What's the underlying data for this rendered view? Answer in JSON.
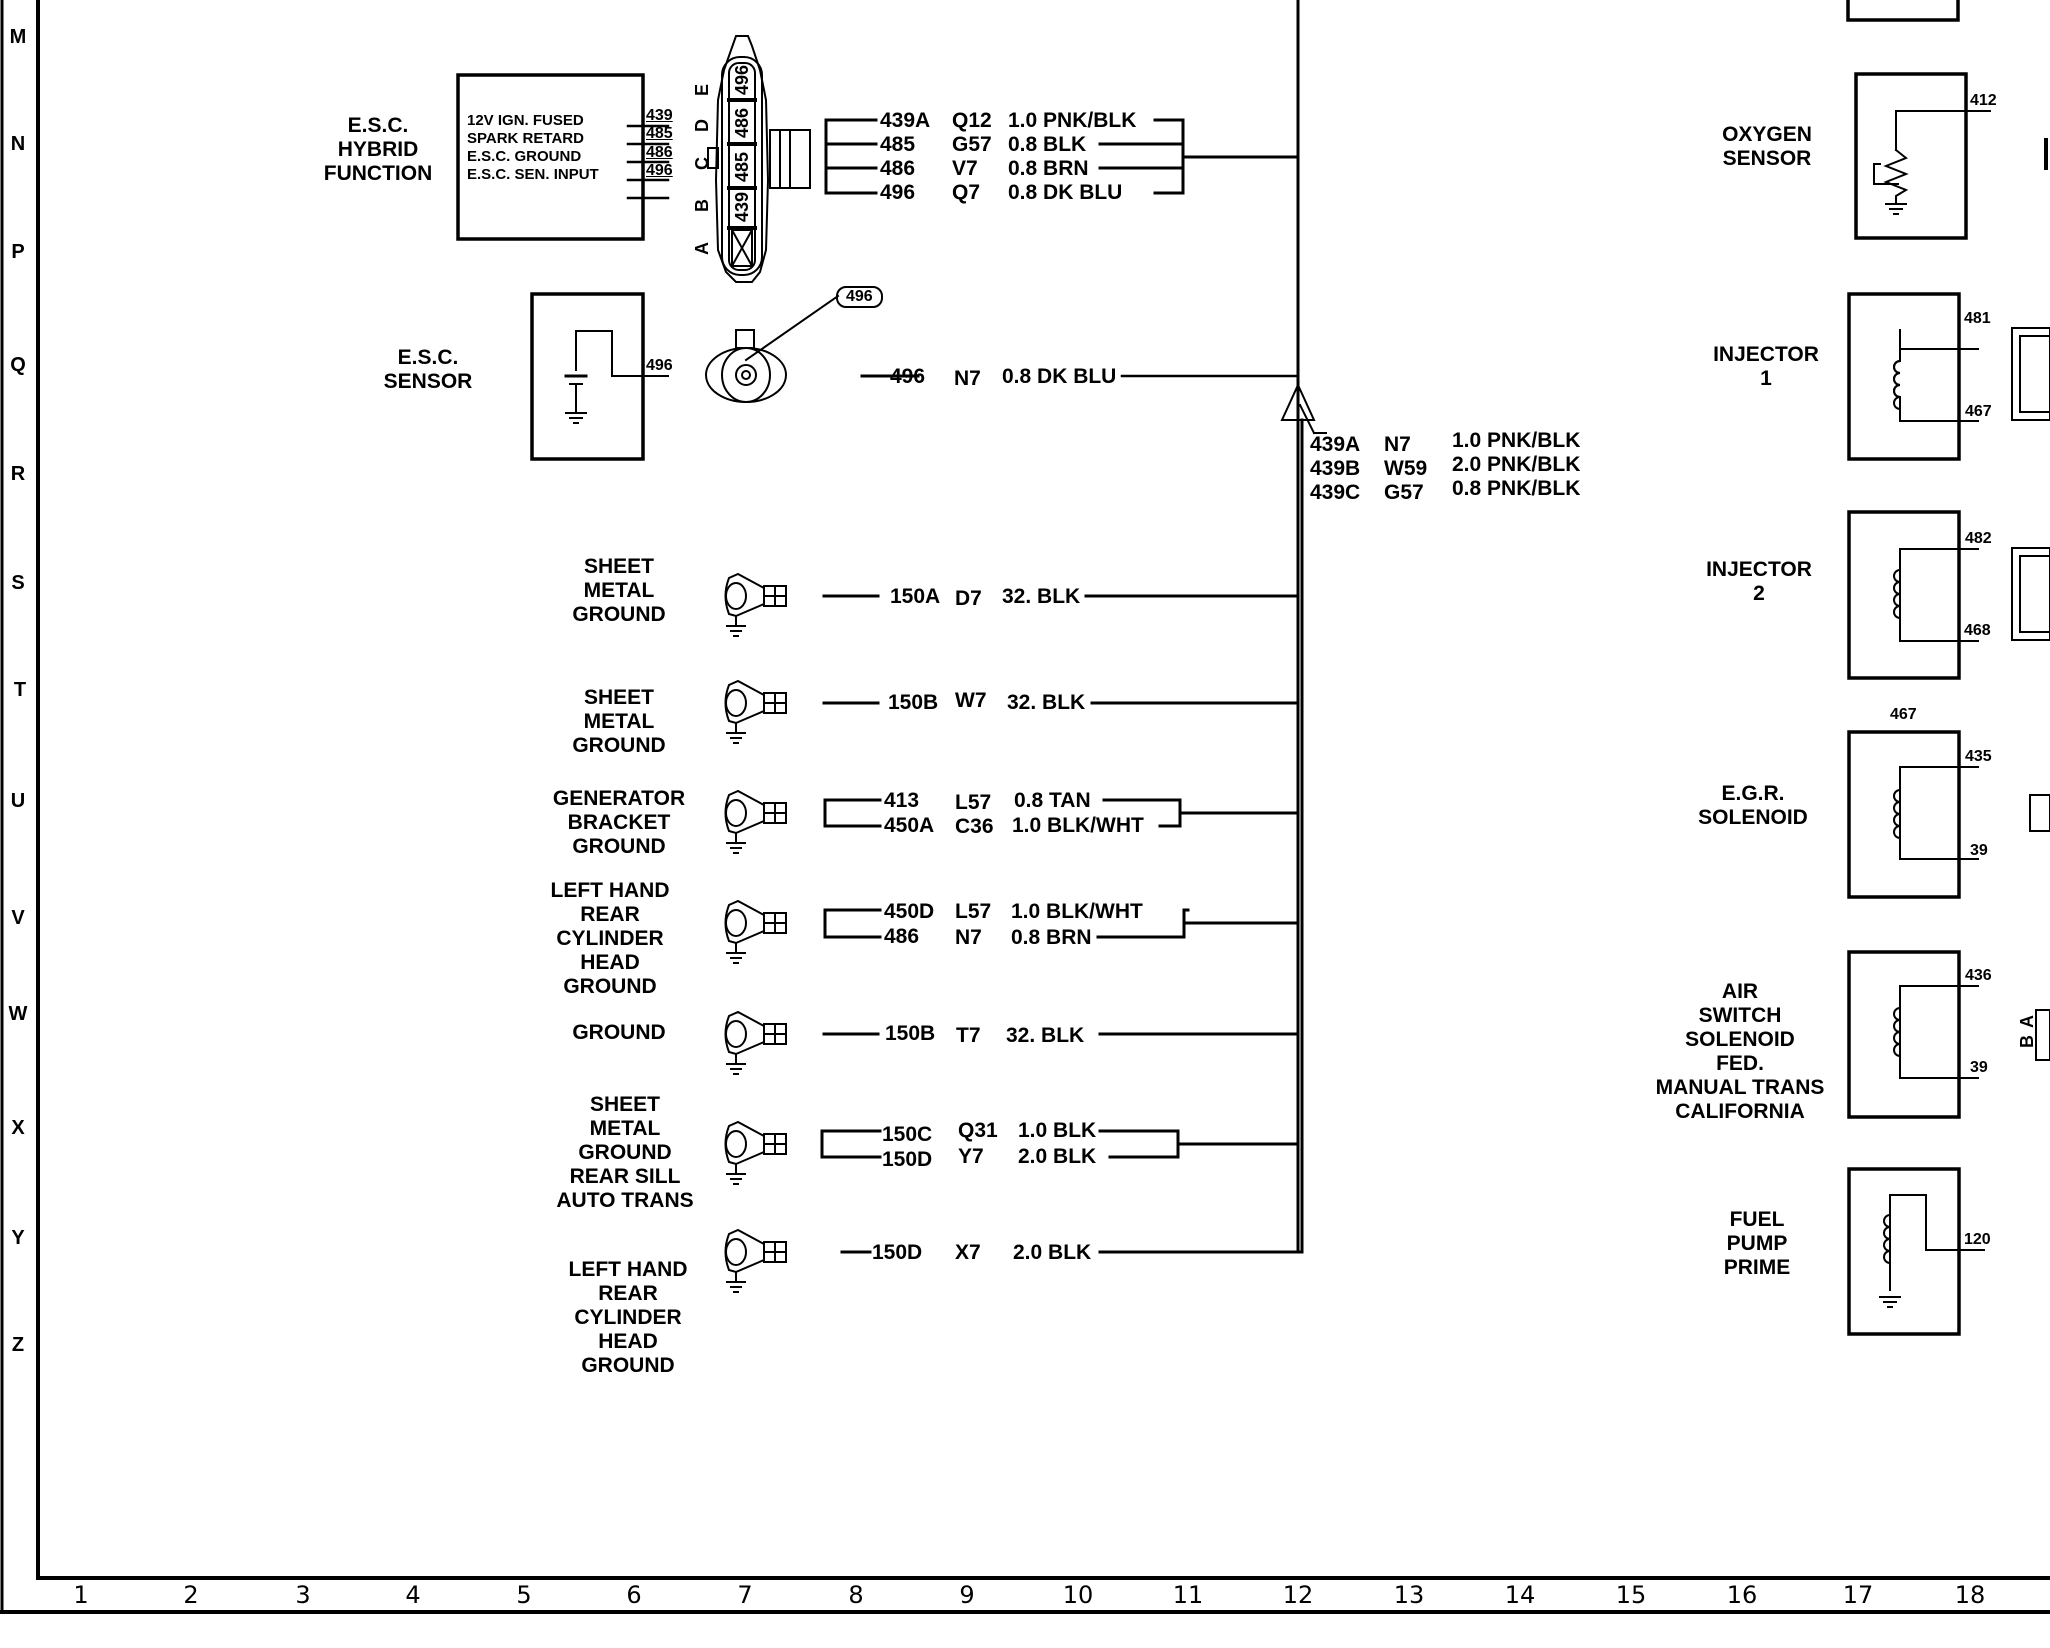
{
  "grid": {
    "rows": [
      "M",
      "N",
      "P",
      "Q",
      "R",
      "S",
      "T",
      "U",
      "V",
      "W",
      "X",
      "Y",
      "Z"
    ],
    "columns": [
      "1",
      "2",
      "3",
      "4",
      "5",
      "6",
      "7",
      "8",
      "9",
      "10",
      "11",
      "12",
      "13",
      "14",
      "15",
      "16",
      "17",
      "18"
    ]
  },
  "esc_hybrid": {
    "title": [
      "E.S.C.",
      "HYBRID",
      "FUNCTION"
    ],
    "functions": [
      "12V IGN. FUSED",
      "SPARK RETARD",
      "E.S.C. GROUND",
      "E.S.C. SEN. INPUT"
    ],
    "pins": [
      "439",
      "485",
      "486",
      "496"
    ]
  },
  "connector": {
    "cavity_letters": [
      "A",
      "B",
      "C",
      "D",
      "E"
    ],
    "cavity_wires": [
      "439",
      "485",
      "486",
      "496"
    ]
  },
  "hybrid_wires": [
    {
      "circuit": "439A",
      "location": "Q12",
      "spec": "1.0 PNK/BLK"
    },
    {
      "circuit": "485",
      "location": "G57",
      "spec": "0.8 BLK"
    },
    {
      "circuit": "486",
      "location": "V7",
      "spec": "0.8 BRN"
    },
    {
      "circuit": "496",
      "location": "Q7",
      "spec": "0.8 DK BLU"
    }
  ],
  "esc_sensor": {
    "title": [
      "E.S.C.",
      "SENSOR"
    ],
    "pin": "496",
    "callout": "496",
    "wire": {
      "circuit": "496",
      "location": "N7",
      "spec": "0.8 DK BLU"
    }
  },
  "splice": [
    {
      "circuit": "439A",
      "location": "N7",
      "spec": "1.0 PNK/BLK"
    },
    {
      "circuit": "439B",
      "location": "W59",
      "spec": "2.0 PNK/BLK"
    },
    {
      "circuit": "439C",
      "location": "G57",
      "spec": "0.8 PNK/BLK"
    }
  ],
  "grounds": [
    {
      "label": [
        "SHEET",
        "METAL",
        "GROUND"
      ],
      "wires": [
        {
          "circuit": "150A",
          "location": "D7",
          "spec": "32. BLK"
        }
      ]
    },
    {
      "label": [
        "SHEET",
        "METAL",
        "GROUND"
      ],
      "wires": [
        {
          "circuit": "150B",
          "location": "W7",
          "spec": "32. BLK"
        }
      ]
    },
    {
      "label": [
        "GENERATOR",
        "BRACKET",
        "GROUND"
      ],
      "wires": [
        {
          "circuit": "413",
          "location": "L57",
          "spec": "0.8 TAN"
        },
        {
          "circuit": "450A",
          "location": "C36",
          "spec": "1.0 BLK/WHT"
        }
      ]
    },
    {
      "label": [
        "LEFT HAND",
        "REAR",
        "CYLINDER",
        "HEAD",
        "GROUND"
      ],
      "wires": [
        {
          "circuit": "450D",
          "location": "L57",
          "spec": "1.0 BLK/WHT"
        },
        {
          "circuit": "486",
          "location": "N7",
          "spec": "0.8 BRN"
        }
      ]
    },
    {
      "label": [
        "GROUND"
      ],
      "wires": [
        {
          "circuit": "150B",
          "location": "T7",
          "spec": "32. BLK"
        }
      ]
    },
    {
      "label": [
        "SHEET",
        "METAL",
        "GROUND",
        "REAR SILL",
        "AUTO TRANS"
      ],
      "wires": [
        {
          "circuit": "150C",
          "location": "Q31",
          "spec": "1.0 BLK"
        },
        {
          "circuit": "150D",
          "location": "Y7",
          "spec": "2.0 BLK"
        }
      ]
    },
    {
      "label": [
        "LEFT HAND",
        "REAR",
        "CYLINDER",
        "HEAD",
        "GROUND"
      ],
      "wires": [
        {
          "circuit": "150D",
          "location": "X7",
          "spec": "2.0 BLK"
        }
      ]
    }
  ],
  "components": [
    {
      "name": [
        "OXYGEN",
        "SENSOR"
      ],
      "pins": [
        "412"
      ]
    },
    {
      "name": [
        "INJECTOR",
        "1"
      ],
      "pins": [
        "481",
        "467"
      ]
    },
    {
      "name": [
        "INJECTOR",
        "2"
      ],
      "pins": [
        "482",
        "468"
      ]
    },
    {
      "name": [
        "E.G.R.",
        "SOLENOID"
      ],
      "pins": [
        "435",
        "39"
      ],
      "top_label": "467"
    },
    {
      "name": [
        "AIR",
        "SWITCH",
        "SOLENOID",
        "FED.",
        "MANUAL TRANS",
        "CALIFORNIA"
      ],
      "pins": [
        "436",
        "39"
      ],
      "connector_letters": [
        "B",
        "A"
      ]
    },
    {
      "name": [
        "FUEL",
        "PUMP",
        "PRIME"
      ],
      "pins": [
        "120"
      ]
    }
  ]
}
